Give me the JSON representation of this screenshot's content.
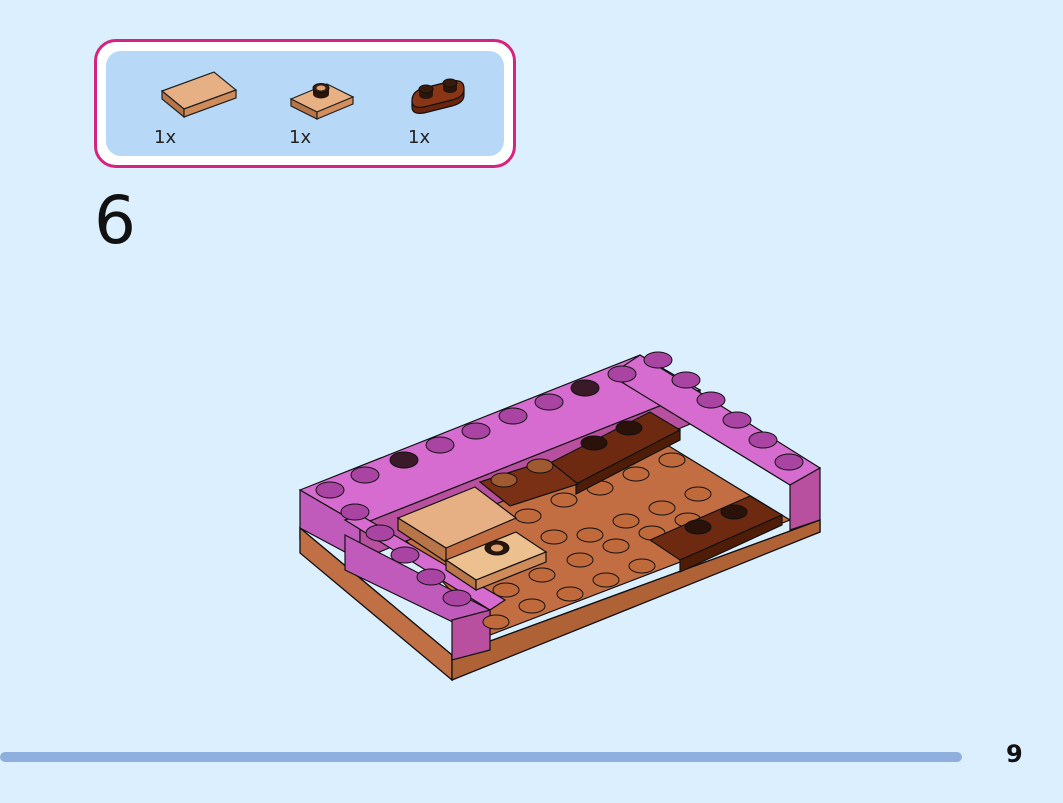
{
  "parts": [
    {
      "name": "tile-2x2-nougat",
      "quantity": "1x",
      "color": "#d6935f"
    },
    {
      "name": "plate-1x2-one-stud-nougat",
      "quantity": "1x",
      "color": "#e0a472"
    },
    {
      "name": "plate-1x2-rounded-reddish-brown",
      "quantity": "1x",
      "color": "#7a2e12"
    }
  ],
  "step": {
    "number": "6"
  },
  "page": {
    "number": "9"
  },
  "colors": {
    "background": "#dcefff",
    "callout_border": "#d6237f",
    "callout_fill": "#b7d9f7",
    "brick_magenta": "#c75cc0",
    "base_brown": "#b76439",
    "dark_brown": "#6e2a10",
    "nougat": "#e5ae7f",
    "progress": "#8fb0df"
  }
}
